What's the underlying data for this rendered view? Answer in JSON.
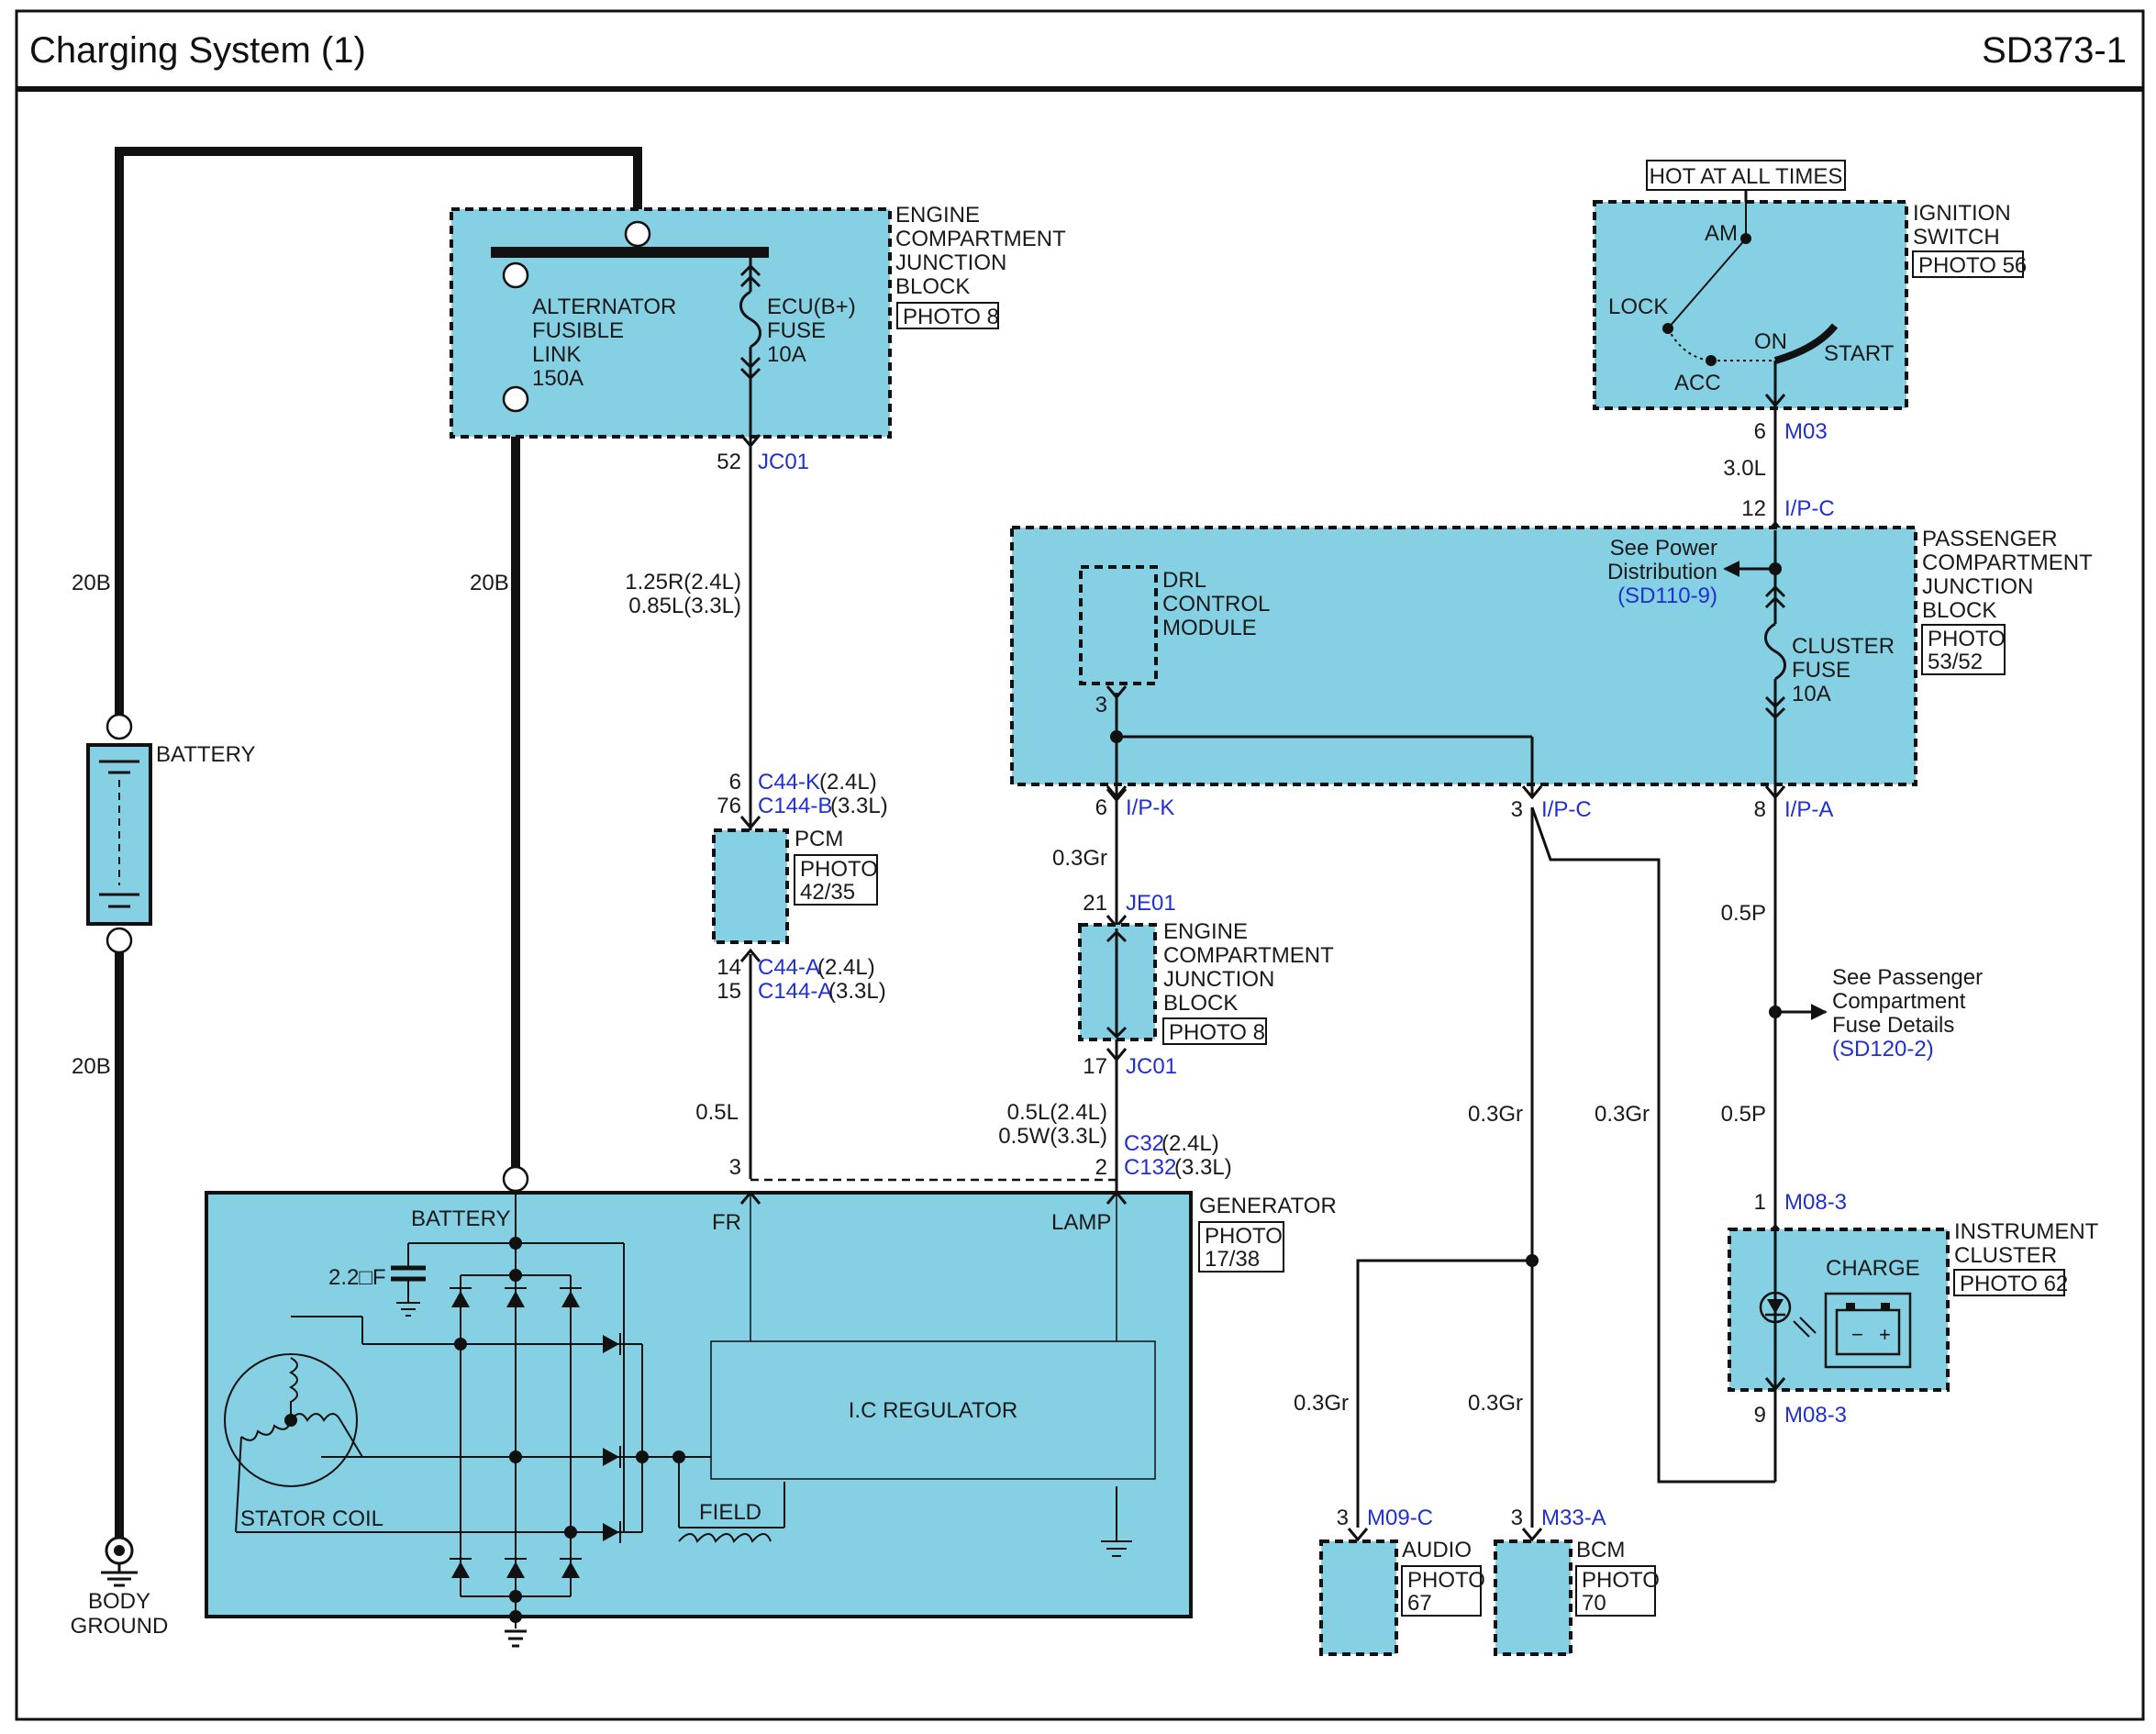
{
  "header": {
    "title": "Charging System (1)",
    "code": "SD373-1"
  },
  "components": {
    "ecjb_top": {
      "name": [
        "ENGINE",
        "COMPARTMENT",
        "JUNCTION",
        "BLOCK"
      ],
      "photo": "PHOTO 8"
    },
    "alt_link": [
      "ALTERNATOR",
      "FUSIBLE",
      "LINK",
      "150A"
    ],
    "ecu_fuse": [
      "ECU(B+)",
      "FUSE",
      "10A"
    ],
    "battery": "BATTERY",
    "body_ground": [
      "BODY",
      "GROUND"
    ],
    "pcm": {
      "name": "PCM",
      "photo": [
        "PHOTO",
        "42/35"
      ]
    },
    "ecjb_mid": {
      "name": [
        "ENGINE",
        "COMPARTMENT",
        "JUNCTION",
        "BLOCK"
      ],
      "photo": "PHOTO 8"
    },
    "generator": {
      "name": "GENERATOR",
      "photo": [
        "PHOTO",
        "17/38"
      ],
      "battery": "BATTERY",
      "fr": "FR",
      "lamp": "LAMP",
      "cap": "2.2□F",
      "regulator": "I.C REGULATOR",
      "field": "FIELD",
      "stator": "STATOR COIL"
    },
    "ignition": {
      "hot": "HOT AT ALL TIMES",
      "name": [
        "IGNITION",
        "SWITCH"
      ],
      "photo": "PHOTO 56",
      "am": "AM",
      "lock": "LOCK",
      "acc": "ACC",
      "on": "ON",
      "start": "START"
    },
    "pcjb": {
      "name": [
        "PASSENGER",
        "COMPARTMENT",
        "JUNCTION",
        "BLOCK"
      ],
      "photo": [
        "PHOTO",
        "53/52"
      ],
      "see_power": [
        "See Power",
        "Distribution"
      ],
      "see_power_ref": "(SD110-9)",
      "drl": [
        "DRL",
        "CONTROL",
        "MODULE"
      ],
      "cluster_fuse": [
        "CLUSTER",
        "FUSE",
        "10A"
      ]
    },
    "see_pc": {
      "text": [
        "See Passenger",
        "Compartment",
        "Fuse Details"
      ],
      "ref": "(SD120-2)"
    },
    "cluster": {
      "name": [
        "INSTRUMENT",
        "CLUSTER"
      ],
      "photo": "PHOTO 62",
      "charge": "CHARGE",
      "minus": "−",
      "plus": "+"
    },
    "audio": {
      "name": "AUDIO",
      "photo": [
        "PHOTO",
        "67"
      ]
    },
    "bcm": {
      "name": "BCM",
      "photo": [
        "PHOTO",
        "70"
      ]
    }
  },
  "wires": {
    "w20b_left_top": "20B",
    "w20b_mid": "20B",
    "w20b_left_bot": "20B",
    "ecu_a": "1.25R(2.4L)",
    "ecu_b": "0.85L(3.3L)",
    "pcm_out": "0.5L",
    "drl_a": "0.3Gr",
    "lamp_a": "0.5L(2.4L)",
    "lamp_b": "0.5W(3.3L)",
    "ign": "3.0L",
    "cl_a": "0.5P",
    "cl_b": "0.5P",
    "gr_mid": "0.3Gr",
    "gr_right": "0.3Gr",
    "gr_audio": "0.3Gr",
    "gr_bcm": "0.3Gr"
  },
  "pins": {
    "p52": "52",
    "p6a": "6",
    "p76": "76",
    "p14": "14",
    "p15": "15",
    "p3gen": "3",
    "p2gen": "2",
    "p3drl": "3",
    "p6ipk": "6",
    "p21": "21",
    "p17": "17",
    "p3ipc": "3",
    "p8": "8",
    "p6m03": "6",
    "p12": "12",
    "p1": "1",
    "p9": "9",
    "p3m09": "3",
    "p3m33": "3"
  },
  "connectors": {
    "jc01_top": "JC01",
    "c44k": "C44-K",
    "c44k_s": "(2.4L)",
    "c144b": "C144-B",
    "c144b_s": "(3.3L)",
    "c44a": "C44-A",
    "c44a_s": "(2.4L)",
    "c144a": "C144-A",
    "c144a_s": "(3.3L)",
    "c32": "C32",
    "c32_s": "(2.4L)",
    "c132": "C132",
    "c132_s": "(3.3L)",
    "ipk": "I/P-K",
    "je01": "JE01",
    "jc01_bot": "JC01",
    "ipc_mid": "I/P-C",
    "ipa": "I/P-A",
    "m03": "M03",
    "ipc_top": "I/P-C",
    "m08_top": "M08-3",
    "m08_bot": "M08-3",
    "m09c": "M09-C",
    "m33a": "M33-A"
  }
}
